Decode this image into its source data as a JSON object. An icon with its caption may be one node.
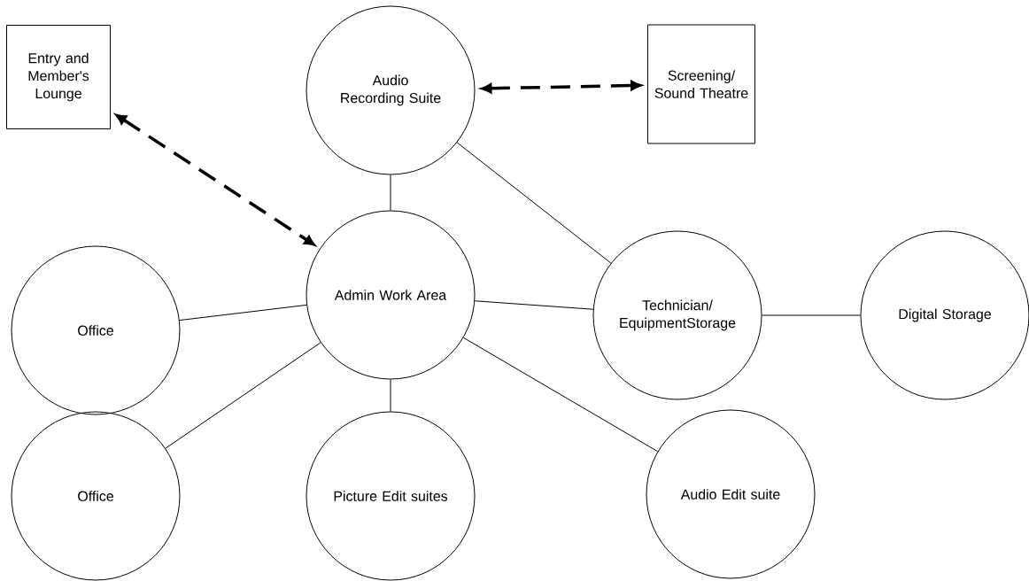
{
  "diagram": {
    "nodes": [
      {
        "text": [
          "Entry and Member's Lounge"
        ]
      },
      {
        "text": [
          "Audio Recording Suite"
        ]
      },
      {
        "text": [
          "Screening/ Sound Theatre"
        ]
      },
      {
        "text": [
          "Office"
        ]
      },
      {
        "text": [
          "Admin Work Area"
        ]
      },
      {
        "text": [
          "Technician/ EquipmentStorage"
        ]
      },
      {
        "text": [
          "Digital Storage"
        ]
      },
      {
        "text": [
          "Office"
        ]
      },
      {
        "text": [
          "Picture Edit suites"
        ]
      },
      {
        "text": [
          "Audio Edit suite"
        ]
      }
    ],
    "edges": [
      {
        "from": 0,
        "to": 4,
        "arrow": "both",
        "style": "dashed"
      },
      {
        "from": 1,
        "to": 2,
        "arrow": "both",
        "style": "dashed"
      },
      {
        "from": 1,
        "to": 4,
        "arrow": "none"
      },
      {
        "from": 1,
        "to": 5,
        "arrow": "none"
      },
      {
        "from": 3,
        "to": 4,
        "arrow": "none"
      },
      {
        "from": 4,
        "to": 5,
        "arrow": "none"
      },
      {
        "from": 5,
        "to": 6,
        "arrow": "none"
      },
      {
        "from": 7,
        "to": 4,
        "arrow": "none"
      },
      {
        "from": 4,
        "to": 8,
        "arrow": "none"
      },
      {
        "from": 4,
        "to": 9,
        "arrow": "none"
      }
    ]
  }
}
